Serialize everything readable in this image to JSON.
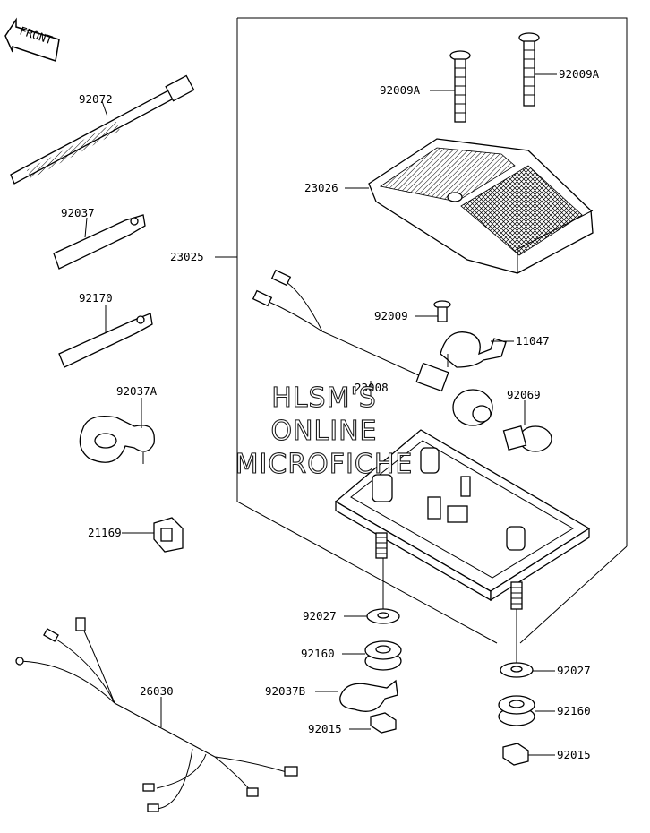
{
  "front_label": "FRONT",
  "watermark": [
    "HLSM'S",
    "ONLINE",
    "MICROFICHE"
  ],
  "parts": {
    "p92072": "92072",
    "p92037": "92037",
    "p92170": "92170",
    "p92037A": "92037A",
    "p21169": "21169",
    "p26030": "26030",
    "p23025": "23025",
    "p92009A_l": "92009A",
    "p92009A_r": "92009A",
    "p23026": "23026",
    "p92009": "92009",
    "p11047": "11047",
    "p23008": "23008",
    "p92069": "92069",
    "p92027_l": "92027",
    "p92160_l": "92160",
    "p92037B": "92037B",
    "p92015_l": "92015",
    "p92027_r": "92027",
    "p92160_r": "92160",
    "p92015_r": "92015"
  }
}
